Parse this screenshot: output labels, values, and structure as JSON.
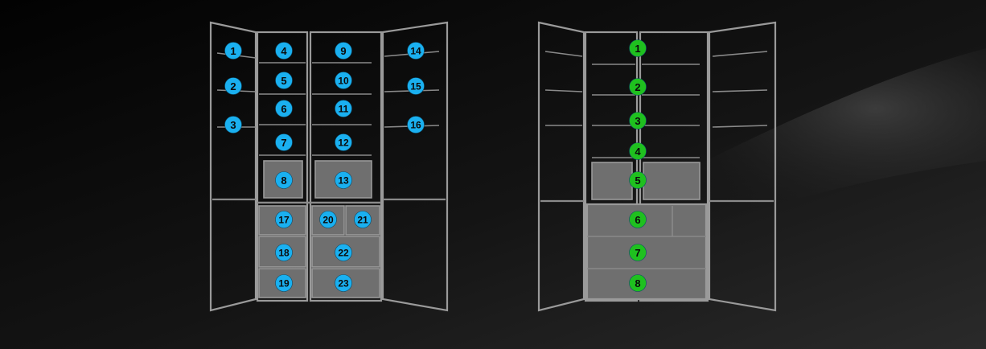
{
  "colors": {
    "background_dark": "#050505",
    "background_light": "#3a3a3a",
    "outline": "#9a9a9a",
    "shelf": "#8a8a8a",
    "drawer_fill": "#6f6f6f",
    "blue_marker": "#1ab0f0",
    "green_marker": "#1fc01f"
  },
  "left_fridge": {
    "markers": [
      "1",
      "2",
      "3",
      "4",
      "5",
      "6",
      "7",
      "8",
      "9",
      "10",
      "11",
      "12",
      "13",
      "14",
      "15",
      "16",
      "17",
      "18",
      "19",
      "20",
      "21",
      "22",
      "23"
    ]
  },
  "right_fridge": {
    "markers": [
      "1",
      "2",
      "3",
      "4",
      "5",
      "6",
      "7",
      "8"
    ]
  }
}
